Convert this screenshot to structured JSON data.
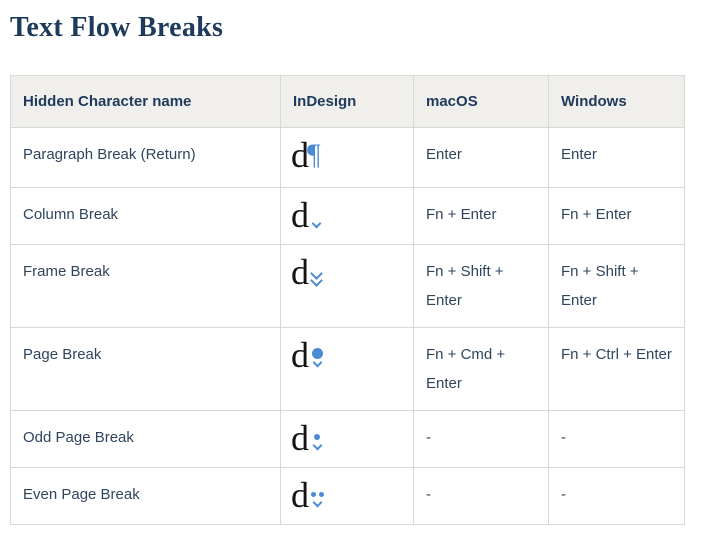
{
  "page": {
    "title": "Text Flow Breaks"
  },
  "colors": {
    "accent_blue": "#4a8bd8",
    "heading_navy": "#1e3a5c",
    "body_text": "#30455c",
    "header_background": "#f0efeb",
    "table_border": "#d8d8d8"
  },
  "table": {
    "glyph_letter": "d",
    "headers": [
      "Hidden Character name",
      "InDesign",
      "macOS",
      "Windows"
    ],
    "rows": [
      {
        "name": "Paragraph Break (Return)",
        "indesign_icon": "pilcrow-icon",
        "macos": "Enter",
        "windows": "Enter"
      },
      {
        "name": "Column Break",
        "indesign_icon": "column-break-icon",
        "macos": "Fn + Enter",
        "windows": "Fn + Enter"
      },
      {
        "name": "Frame Break",
        "indesign_icon": "frame-break-icon",
        "macos": "Fn + Shift + Enter",
        "windows": "Fn + Shift + Enter"
      },
      {
        "name": "Page Break",
        "indesign_icon": "page-break-icon",
        "macos": "Fn + Cmd + Enter",
        "windows": "Fn + Ctrl + Enter"
      },
      {
        "name": "Odd Page Break",
        "indesign_icon": "odd-page-break-icon",
        "macos": "-",
        "windows": "-"
      },
      {
        "name": "Even Page Break",
        "indesign_icon": "even-page-break-icon",
        "macos": "-",
        "windows": "-"
      }
    ]
  }
}
